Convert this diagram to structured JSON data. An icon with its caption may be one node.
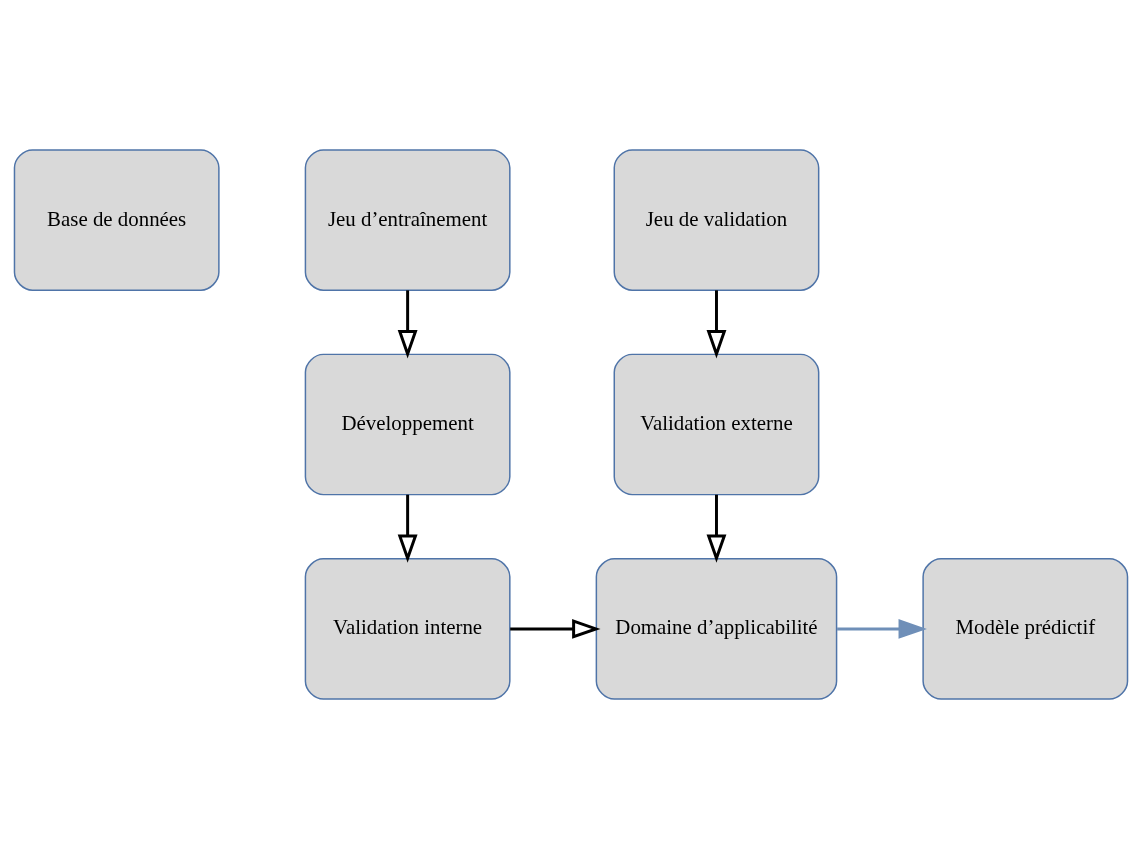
{
  "diagram": {
    "nodes": [
      {
        "text": [
          "Base de données"
        ]
      },
      {
        "text": [
          "Jeu d’entraînement"
        ]
      },
      {
        "text": [
          "Jeu de validation"
        ]
      },
      {
        "text": [
          "Développement"
        ]
      },
      {
        "text": [
          "Validation externe"
        ]
      },
      {
        "text": [
          "Validation interne"
        ]
      },
      {
        "text": [
          "Domaine d’applicabilité"
        ]
      },
      {
        "text": [
          "Modèle prédictif"
        ]
      }
    ],
    "edges": [
      {
        "from": 1,
        "to": 3,
        "arrow": "to"
      },
      {
        "from": 2,
        "to": 4,
        "arrow": "to"
      },
      {
        "from": 3,
        "to": 5,
        "arrow": "to"
      },
      {
        "from": 4,
        "to": 6,
        "arrow": "to"
      },
      {
        "from": 5,
        "to": 6,
        "arrow": "to"
      },
      {
        "from": 6,
        "to": 7,
        "arrow": "to",
        "color": "#6f8fb8"
      }
    ]
  }
}
